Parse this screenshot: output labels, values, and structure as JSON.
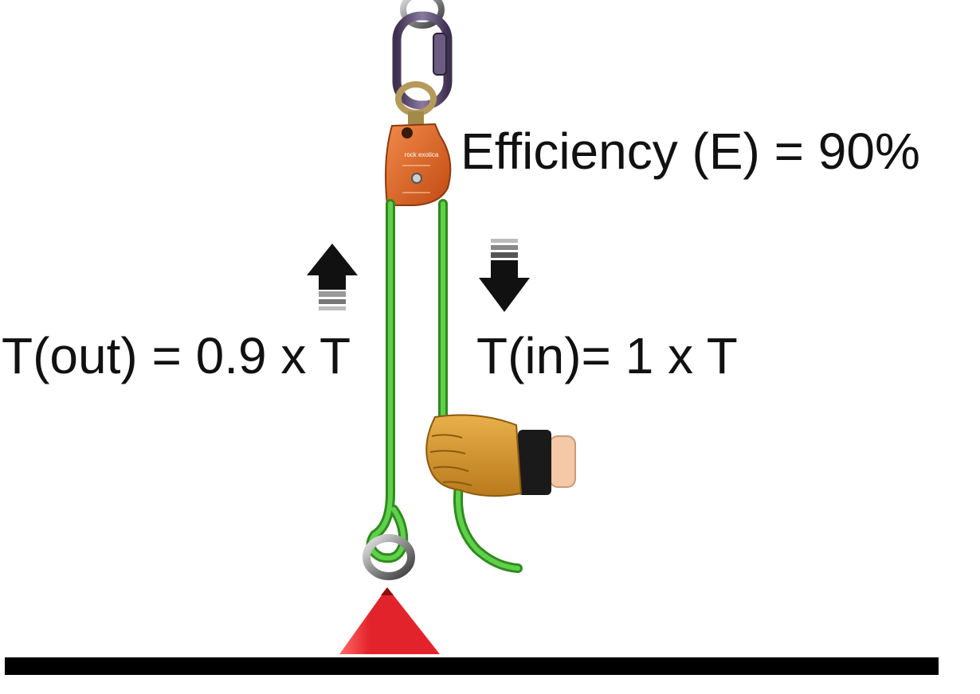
{
  "labels": {
    "efficiency": "Efficiency (E) = 90%",
    "tension_out": "T(out) = 0.9 x T",
    "tension_in": "T(in)= 1 x T"
  },
  "pulley": {
    "brand_text": "rock exotica"
  },
  "colors": {
    "rope": "#3fae2a",
    "pulley_body": "#e0621e",
    "load": "#e3232b",
    "ground": "#000000",
    "carabiner": "#5a4a6e",
    "glove": "#d99a2b",
    "arrow": "#111111"
  },
  "icons": {
    "up_arrow": "arrow-up-icon",
    "down_arrow": "arrow-down-icon",
    "hand": "gloved-hand-icon"
  }
}
